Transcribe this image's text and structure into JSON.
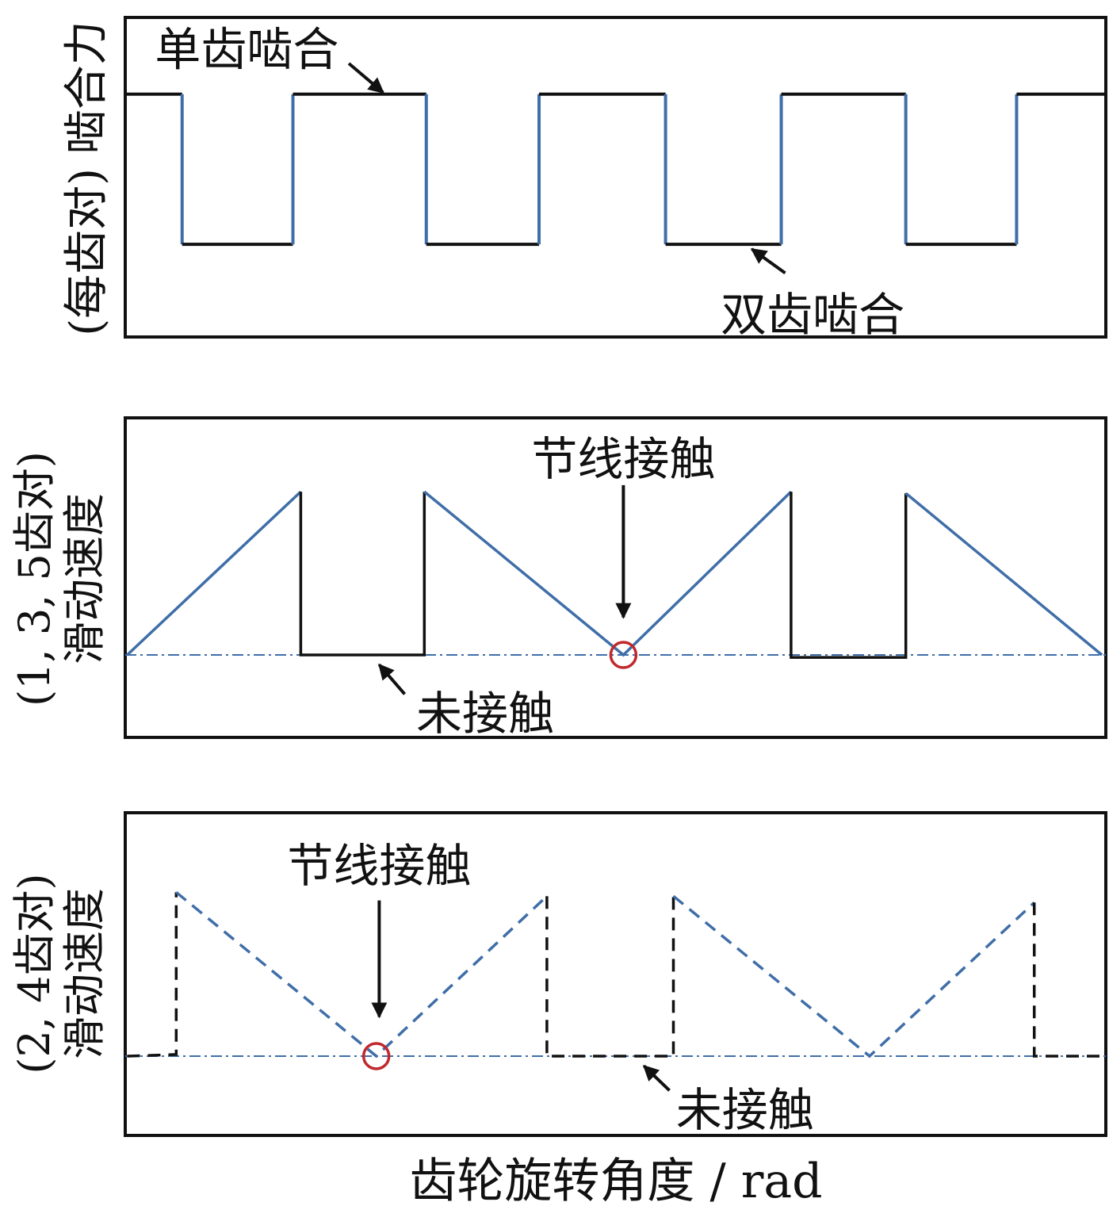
{
  "chart_data": [
    {
      "type": "line",
      "title": "",
      "ylabel": "(每齿对) 啮合力",
      "xlim": [
        0,
        100
      ],
      "ylim": [
        0,
        1
      ],
      "step": {
        "start_level": "single",
        "transitions": [
          5.8,
          17.1,
          30.7,
          42.2,
          55.1,
          66.9,
          79.6,
          90.9
        ],
        "levels": {
          "single": 0.76,
          "double": 0.29
        }
      },
      "colors": {
        "horizontal": "#111111",
        "vertical": "#3f6ea8"
      },
      "annotations": [
        {
          "text": "单齿啮合",
          "text_at": [
            12.4,
            0.9
          ],
          "arrow_from": [
            22.8,
            0.856
          ],
          "arrow_to": [
            26.3,
            0.765
          ]
        },
        {
          "text": "双齿啮合",
          "text_at": [
            70.1,
            0.07
          ],
          "arrow_from": [
            67.3,
            0.2
          ],
          "arrow_to": [
            63.9,
            0.275
          ]
        }
      ],
      "markers": []
    },
    {
      "type": "line",
      "ylabel": [
        "(1, 3, 5齿对)",
        "滑动速度"
      ],
      "xlim": [
        0,
        100
      ],
      "ylim": [
        -0.505,
        1.452
      ],
      "baseline": 0,
      "dashed": false,
      "segments": [
        {
          "style": "blue",
          "points": [
            [
              0.2,
              0
            ],
            [
              17.9,
              1
            ]
          ]
        },
        {
          "style": "black",
          "points": [
            [
              17.9,
              1
            ],
            [
              17.9,
              0
            ],
            [
              30.5,
              0
            ],
            [
              30.5,
              1
            ]
          ]
        },
        {
          "style": "blue",
          "points": [
            [
              30.5,
              1
            ],
            [
              50.8,
              0
            ],
            [
              67.9,
              1
            ]
          ]
        },
        {
          "style": "black",
          "points": [
            [
              67.9,
              1
            ],
            [
              67.9,
              -0.015
            ],
            [
              79.6,
              -0.015
            ],
            [
              79.6,
              0.99
            ]
          ]
        },
        {
          "style": "blue",
          "points": [
            [
              79.6,
              0.99
            ],
            [
              99.6,
              0
            ]
          ]
        }
      ],
      "annotations": [
        {
          "text": "节线接触",
          "text_at": [
            50.8,
            1.2
          ],
          "arrow_from": [
            50.8,
            1.04
          ],
          "arrow_to": [
            50.8,
            0.23
          ]
        },
        {
          "text": "未接触",
          "text_at": [
            36.7,
            -0.36
          ],
          "arrow_from": [
            28.5,
            -0.24
          ],
          "arrow_to": [
            25.9,
            -0.06
          ]
        }
      ],
      "markers": [
        {
          "label": "pitch-point-contact",
          "at": [
            50.8,
            0
          ],
          "color": "#c0282d"
        }
      ]
    },
    {
      "type": "line",
      "ylabel": [
        "(2, 4齿对)",
        "滑动速度"
      ],
      "xlabel": "齿轮旋转角度 / rad",
      "xlim": [
        0,
        100
      ],
      "ylim": [
        -0.484,
        1.485
      ],
      "baseline": 0,
      "dashed": true,
      "segments": [
        {
          "style": "black",
          "points": [
            [
              0.2,
              0
            ],
            [
              5.2,
              0.01
            ],
            [
              5.2,
              1
            ]
          ]
        },
        {
          "style": "blue",
          "points": [
            [
              5.2,
              1
            ],
            [
              25.6,
              0
            ],
            [
              43.0,
              0.976
            ]
          ]
        },
        {
          "style": "black",
          "points": [
            [
              43.0,
              0.976
            ],
            [
              43.0,
              0
            ],
            [
              55.9,
              0
            ],
            [
              55.9,
              0.976
            ]
          ]
        },
        {
          "style": "blue",
          "points": [
            [
              55.9,
              0.976
            ],
            [
              75.9,
              0
            ],
            [
              92.7,
              0.937
            ]
          ]
        },
        {
          "style": "black",
          "points": [
            [
              92.7,
              0.937
            ],
            [
              92.7,
              0
            ],
            [
              100,
              0
            ]
          ]
        }
      ],
      "annotations": [
        {
          "text": "节线接触",
          "text_at": [
            25.9,
            1.16
          ],
          "arrow_from": [
            25.9,
            0.95
          ],
          "arrow_to": [
            25.9,
            0.24
          ]
        },
        {
          "text": "未接触",
          "text_at": [
            63.2,
            -0.33
          ],
          "arrow_from": [
            55.5,
            -0.21
          ],
          "arrow_to": [
            52.9,
            -0.06
          ]
        }
      ],
      "markers": [
        {
          "label": "pitch-point-contact",
          "at": [
            25.6,
            0
          ],
          "color": "#c0282d"
        }
      ]
    }
  ],
  "colors": {
    "blue": "#3f6ea8",
    "black": "#111111",
    "baseline": "#3f6ea8",
    "marker": "#c0282d"
  }
}
